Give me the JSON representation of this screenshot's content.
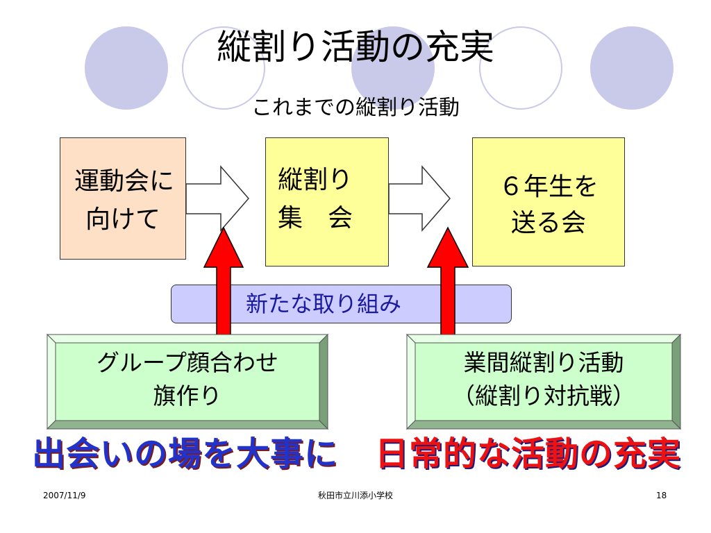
{
  "slide": {
    "title": "縦割り活動の充実",
    "subtitle": "これまでの縦割り活動"
  },
  "boxes": {
    "left_line1": "運動会に",
    "left_line2": "向けて",
    "middle_line1": "縦割り",
    "middle_line2": "集　会",
    "right_line1": "６年生を",
    "right_line2": "送る会"
  },
  "new_initiative": {
    "label": "新たな取り組み"
  },
  "bottom_boxes": {
    "left_line1": "グループ顔合わせ",
    "left_line2": "旗作り",
    "right_line1": "業間縦割り活動",
    "right_line2": "（縦割り対抗戦）"
  },
  "slogans": {
    "left": "出会いの場を大事に",
    "right": "日常的な活動の充実"
  },
  "footer": {
    "date": "2007/11/9",
    "school": "秋田市立川添小学校",
    "page_number": "18"
  },
  "colors": {
    "circle": "#c9c9ea",
    "box_peach": "#fde0c6",
    "box_yellow": "#ffff99",
    "box_green": "#ccffcc",
    "pill": "#ccccff",
    "red_arrow": "#ff0000",
    "slogan_left": "#2233cc",
    "slogan_right": "#ee1111"
  }
}
